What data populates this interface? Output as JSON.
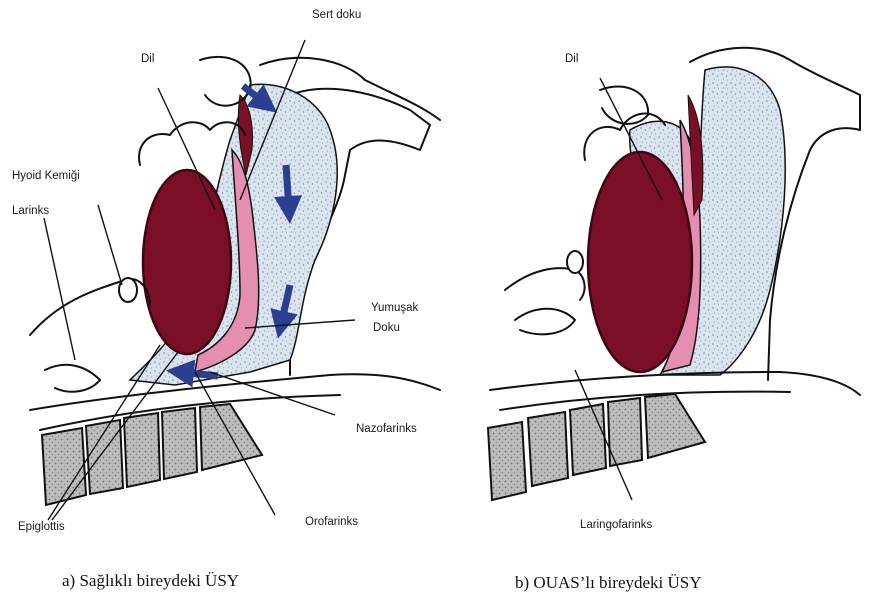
{
  "colors": {
    "tongue": "#7a0f27",
    "tongue_edge": "#3d0612",
    "soft_tissue": "#e48fb2",
    "fatty_tissue": "#d9e4ee",
    "speckle": "#8aa0b4",
    "vertebra": "#b5b5b5",
    "arrow": "#2c3e8f",
    "ink": "#111111"
  },
  "icons": [
    "airflow-arrow-icon"
  ],
  "left_panel": {
    "labels": {
      "sert_doku": "Sert doku",
      "dil": "Dil",
      "hyoid": "Hyoid Kemiği",
      "larinks": "Larinks",
      "yumusak_1": "Yumuşak",
      "yumusak_2": "Doku",
      "nazofarinks": "Nazofarinks",
      "orofarinks": "Orofarinks",
      "epiglottis": "Epiglottis"
    },
    "caption": "a) Sağlıklı bireydeki ÜSY"
  },
  "right_panel": {
    "labels": {
      "dil": "Dil",
      "laringofarinks": "Laringofarinks"
    },
    "caption": "b) OUAS’lı bireydeki ÜSY"
  }
}
